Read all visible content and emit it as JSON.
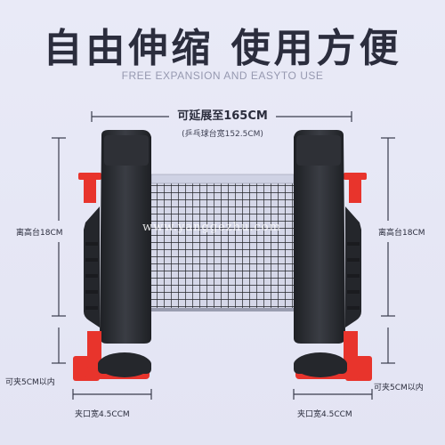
{
  "headline": "自由伸缩 使用方便",
  "subheadline": "FREE EXPANSION AND EASYTO USE",
  "extend_width": "可延展至165CM",
  "table_width_note": "(乒乓球台宽152.5CM)",
  "height_left": "离高台18CM",
  "height_right": "离高台18CM",
  "clamp_left": "可夹5CM以内",
  "clamp_right": "可夹5CM以内",
  "jaw_left": "夹口宽4.5CCM",
  "jaw_right": "夹口宽4.5CCM",
  "watermark": "www.yanggezhu.com",
  "colors": {
    "post": "#2a2c31",
    "clamp": "#e8342c",
    "net_frame": "#cfd2e4",
    "dimension_line": "#3a3c4d"
  }
}
